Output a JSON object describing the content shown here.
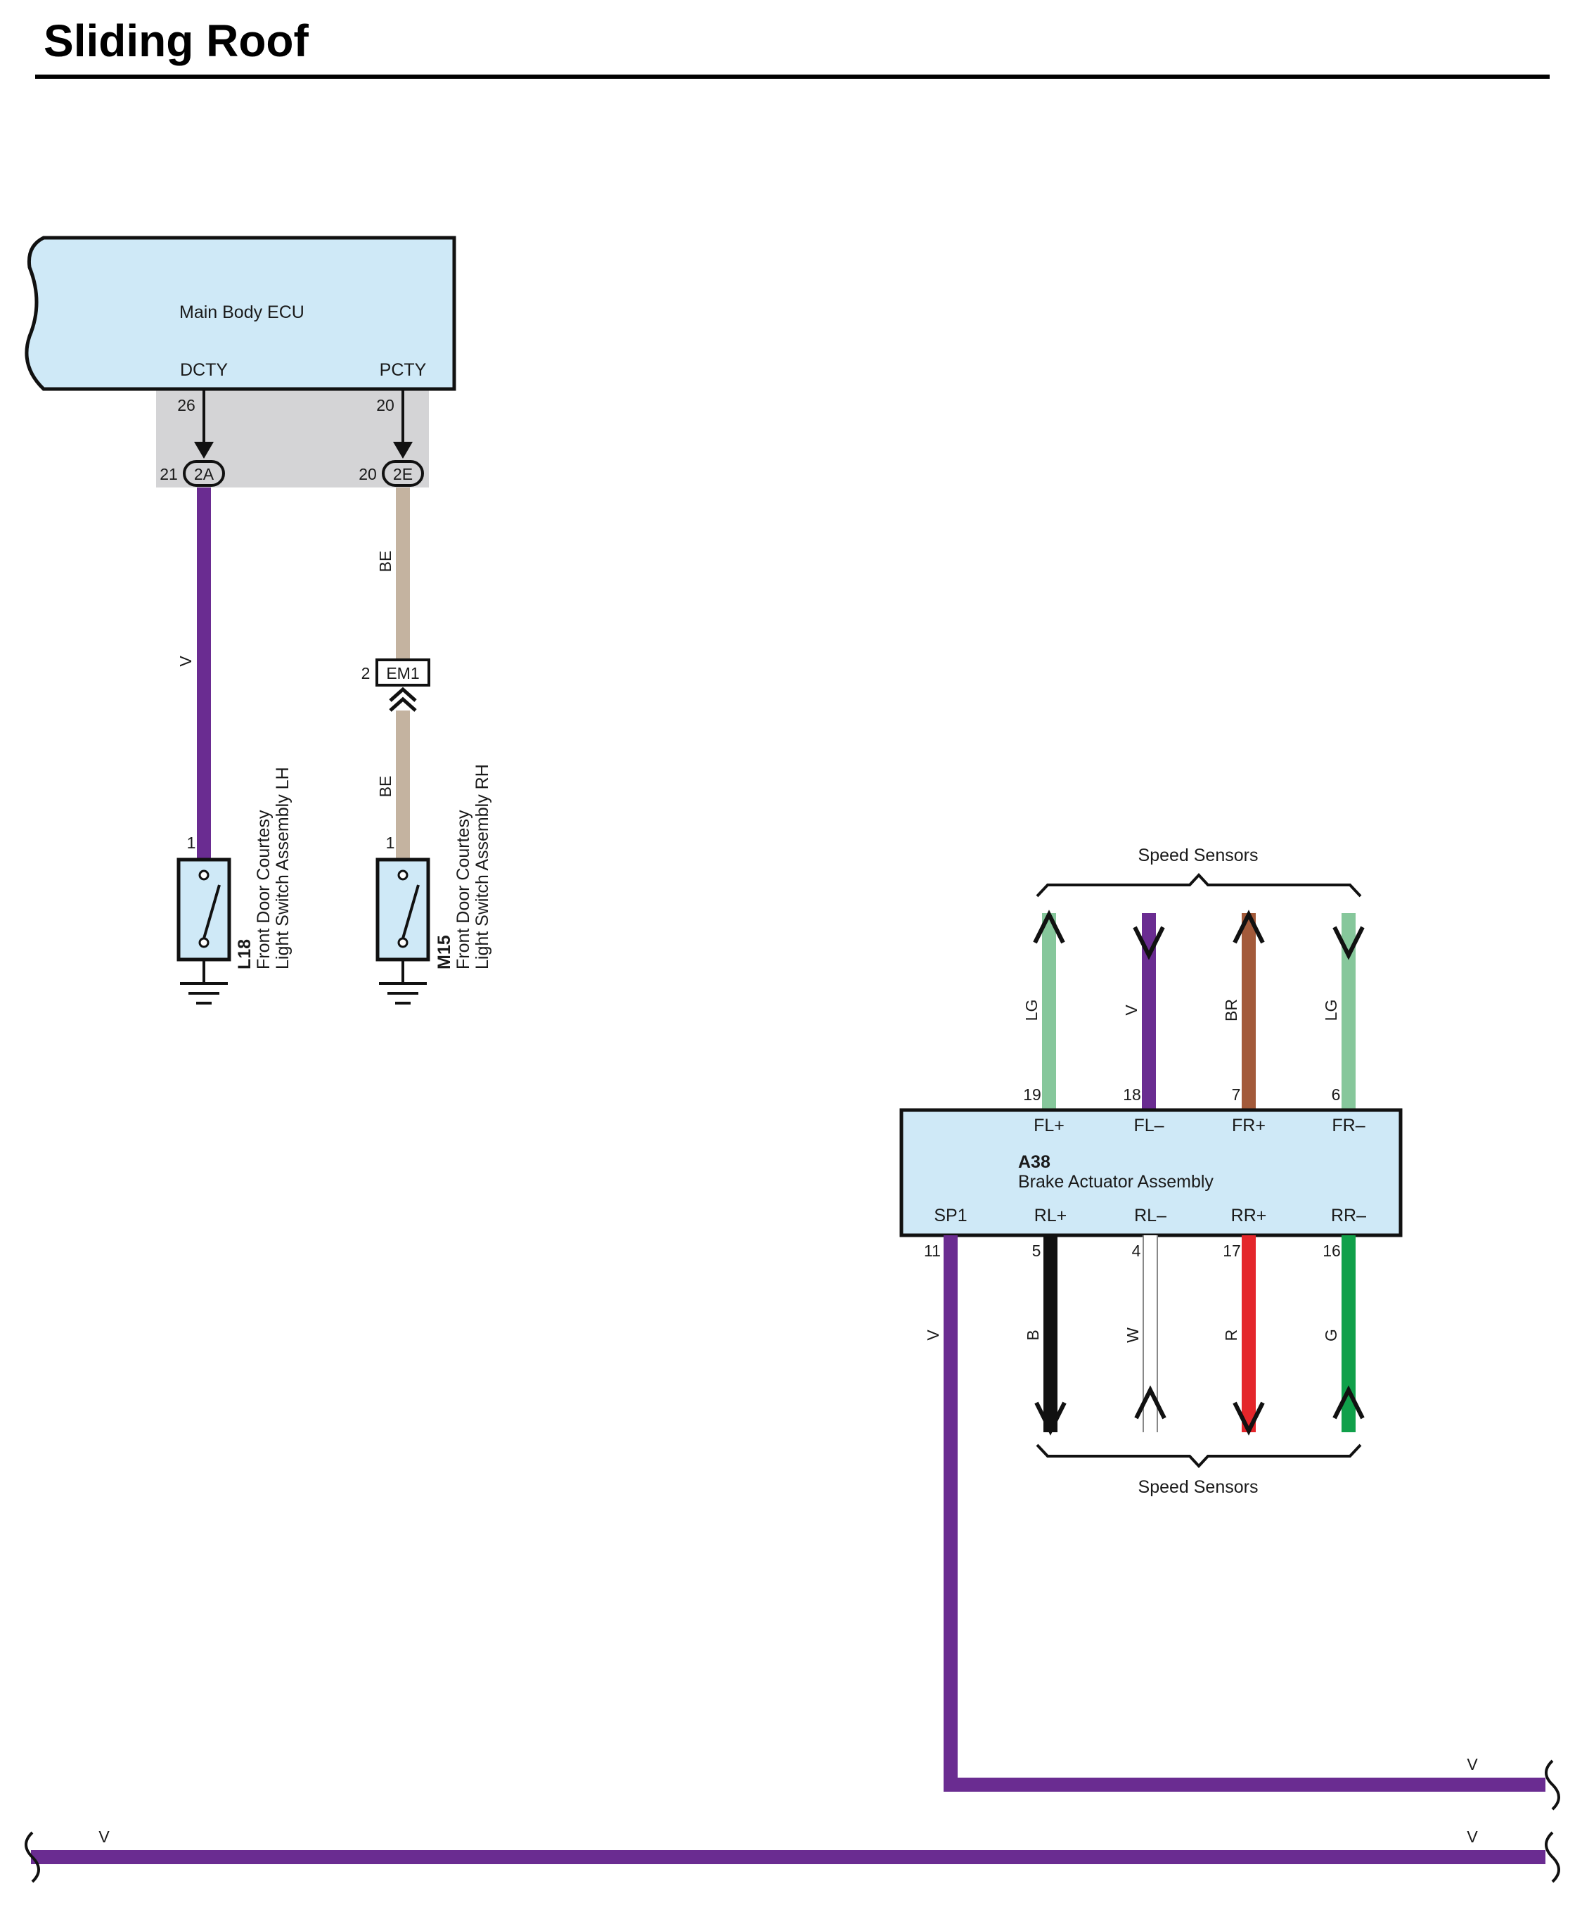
{
  "title": "Sliding Roof",
  "colors": {
    "component_fill": "#cfe9f7",
    "junction_fill": "#d4d4d6",
    "V": "#6a2c91",
    "BE": "#c4b3a0",
    "LG": "#86c79b",
    "BR": "#a35a3a",
    "B": "#111111",
    "W": "#ffffff",
    "R": "#e4262b",
    "G": "#10a04a"
  },
  "ecu": {
    "name": "Main Body ECU",
    "terminal_left": "DCTY",
    "terminal_right": "PCTY",
    "pin_left": "26",
    "pin_right": "20"
  },
  "junctions": [
    {
      "id": "2A",
      "pin": "21"
    },
    {
      "id": "2E",
      "pin": "20"
    }
  ],
  "wires": {
    "dcty_color": "V",
    "pcty_upper_color": "BE",
    "pcty_lower_color": "BE",
    "bottom_run_color": "V"
  },
  "connector_em1": {
    "id": "EM1",
    "pin": "2"
  },
  "switch_lh": {
    "code": "L18",
    "line1": "Front Door Courtesy",
    "line2": "Light Switch Assembly LH",
    "pin": "1"
  },
  "switch_rh": {
    "code": "M15",
    "line1": "Front Door Courtesy",
    "line2": "Light Switch Assembly RH",
    "pin": "1"
  },
  "brake_actuator": {
    "code": "A38",
    "name": "Brake Actuator Assembly",
    "top_terminals": [
      {
        "name": "FL+",
        "pin": "19",
        "wire": "LG",
        "arrow": "up"
      },
      {
        "name": "FL–",
        "pin": "18",
        "wire": "V",
        "arrow": "down"
      },
      {
        "name": "FR+",
        "pin": "7",
        "wire": "BR",
        "arrow": "up"
      },
      {
        "name": "FR–",
        "pin": "6",
        "wire": "LG",
        "arrow": "down"
      }
    ],
    "bottom_terminals": [
      {
        "name": "SP1",
        "pin": "11",
        "wire": "V"
      },
      {
        "name": "RL+",
        "pin": "5",
        "wire": "B",
        "arrow": "down"
      },
      {
        "name": "RL–",
        "pin": "4",
        "wire": "W",
        "arrow": "up"
      },
      {
        "name": "RR+",
        "pin": "17",
        "wire": "R",
        "arrow": "down"
      },
      {
        "name": "RR–",
        "pin": "16",
        "wire": "G",
        "arrow": "up"
      }
    ]
  },
  "speed_sensors_top": "Speed Sensors",
  "speed_sensors_bottom": "Speed Sensors"
}
